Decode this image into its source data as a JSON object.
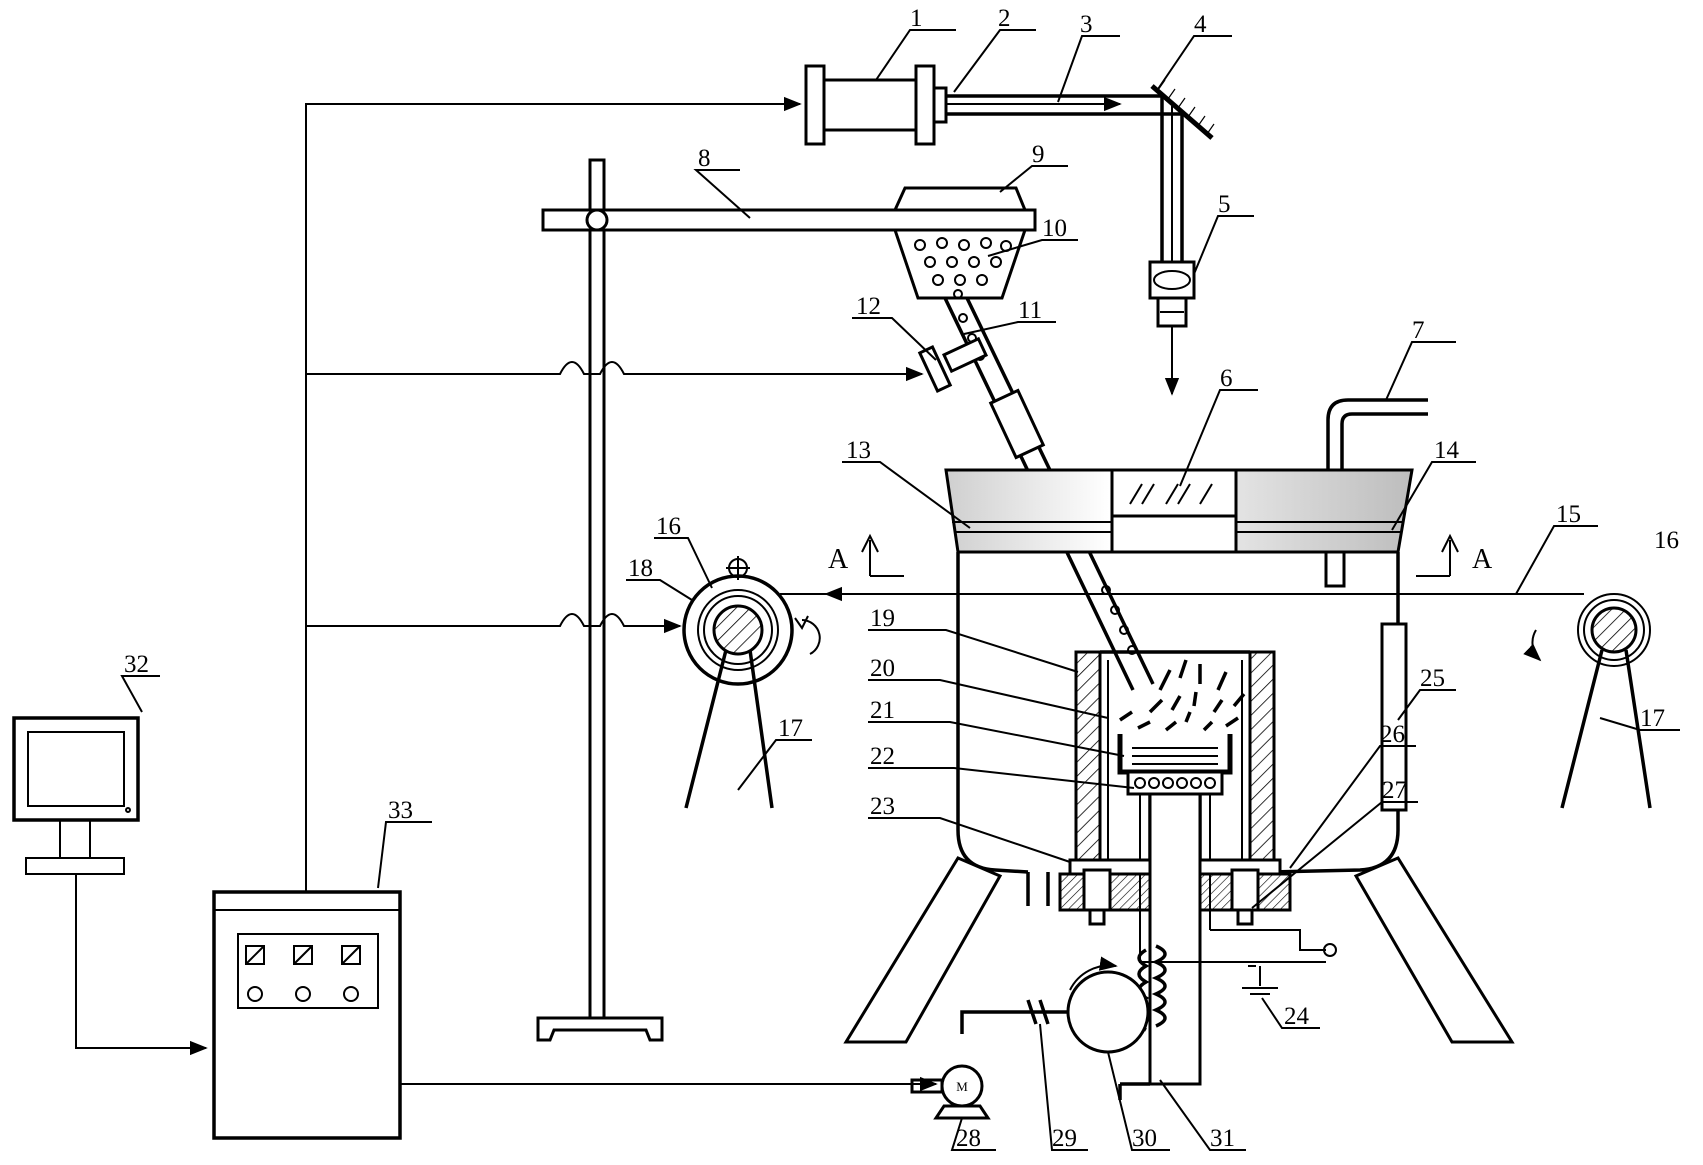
{
  "labels": [
    "1",
    "2",
    "3",
    "4",
    "5",
    "6",
    "7",
    "8",
    "9",
    "10",
    "11",
    "12",
    "13",
    "14",
    "15",
    "16",
    "17",
    "18",
    "19",
    "20",
    "21",
    "22",
    "23",
    "24",
    "25",
    "26",
    "27",
    "28",
    "29",
    "30",
    "31",
    "32",
    "33"
  ],
  "label_16_right": "16",
  "label_17_right": "17",
  "section_marker": "A",
  "motor_letter": "M"
}
